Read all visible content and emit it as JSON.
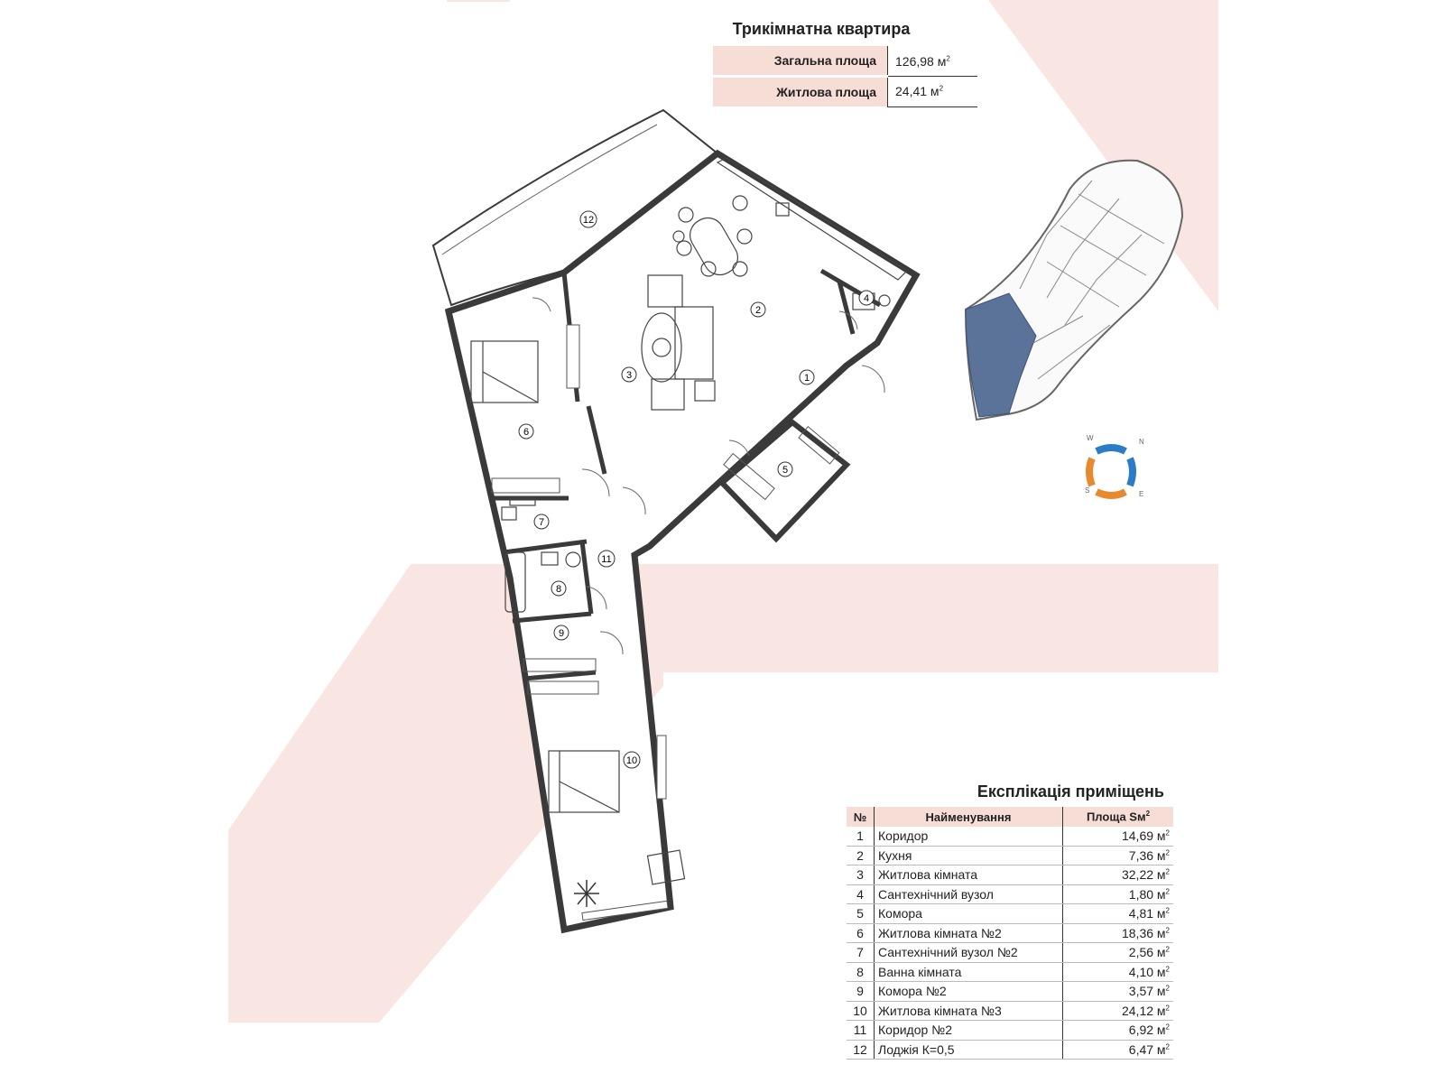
{
  "apartment": {
    "title": "Трикімнатна квартира",
    "total_area_label": "Загальна площа",
    "total_area_value": "126,98 м",
    "living_area_label": "Житлова площа",
    "living_area_value": "24,41 м",
    "area_sup": "2"
  },
  "explication": {
    "title": "Експлікація приміщень",
    "headers": {
      "num": "№",
      "name": "Найменування",
      "area": "Площа Sм",
      "area_sup": "2"
    },
    "unit_sup": "2",
    "rows": [
      {
        "n": "1",
        "name": "Коридор",
        "area": "14,69 м"
      },
      {
        "n": "2",
        "name": "Кухня",
        "area": "7,36 м"
      },
      {
        "n": "3",
        "name": "Житлова кімната",
        "area": "32,22 м"
      },
      {
        "n": "4",
        "name": "Сантехнічний вузол",
        "area": "1,80 м"
      },
      {
        "n": "5",
        "name": "Комора",
        "area": "4,81 м"
      },
      {
        "n": "6",
        "name": "Житлова кімната №2",
        "area": "18,36 м"
      },
      {
        "n": "7",
        "name": "Сантехнічний вузол №2",
        "area": "2,56 м"
      },
      {
        "n": "8",
        "name": "Ванна кімната",
        "area": "4,10 м"
      },
      {
        "n": "9",
        "name": "Комора №2",
        "area": "3,57 м"
      },
      {
        "n": "10",
        "name": "Житлова кімната №3",
        "area": "24,12 м"
      },
      {
        "n": "11",
        "name": "Коридор №2",
        "area": "6,92 м"
      },
      {
        "n": "12",
        "name": "Лоджія К=0,5",
        "area": "6,47 м"
      }
    ]
  },
  "room_labels": [
    "1",
    "2",
    "3",
    "4",
    "5",
    "6",
    "7",
    "8",
    "9",
    "10",
    "11",
    "12"
  ],
  "compass": {
    "w": "W",
    "n": "N",
    "s": "S",
    "e": "E"
  },
  "colors": {
    "accent_pink": "#f6ddd6",
    "bg_pink": "#f9e6e3",
    "wall": "#3a3a3a",
    "highlight": "#5b7399",
    "compass_blue": "#2a7cc7",
    "compass_orange": "#e8892f"
  }
}
